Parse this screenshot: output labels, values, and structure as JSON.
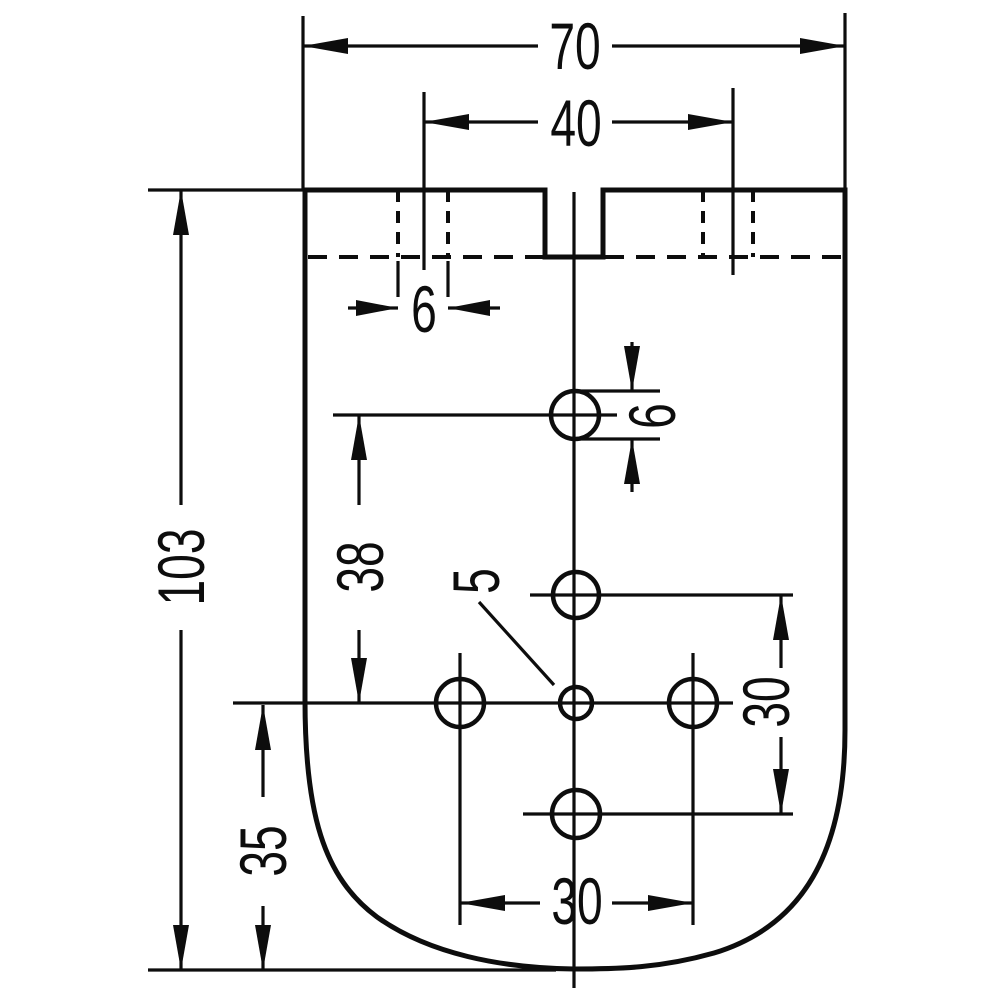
{
  "drawing": {
    "description": "Technical dimension drawing of a plate with rounded bottom, two hidden top slots and six drilled holes",
    "line_color": "#0d0d0d",
    "background": "#ffffff",
    "dimensions": {
      "overall_width": "70",
      "slot_center_distance": "40",
      "slot_width": "6",
      "overall_height": "103",
      "top_hole_to_center_row": "38",
      "center_hole_diameter": "5",
      "top_hole_diameter": "6",
      "row_to_bottom_hole": "30",
      "center_row_to_bottom_edge": "35",
      "side_hole_spacing": "30"
    }
  }
}
